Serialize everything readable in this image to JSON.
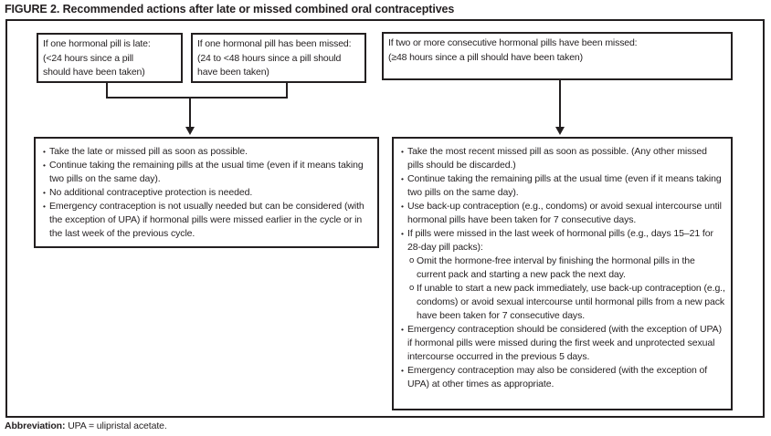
{
  "colors": {
    "background": "#ffffff",
    "line": "#231f20",
    "text": "#231f20"
  },
  "figure": {
    "title": "FIGURE 2. Recommended actions after late or missed combined oral contraceptives",
    "markers": {
      "bullet": "•",
      "sub_bullet": "o"
    },
    "condition_boxes": [
      {
        "lines": [
          "If one hormonal pill is late:",
          "(<24 hours since a pill",
          "should have been taken)"
        ]
      },
      {
        "lines": [
          "If one hormonal pill has been missed:",
          "(24 to <48 hours since a pill should",
          "have been taken)"
        ]
      },
      {
        "lines": [
          "If two or more consecutive hormonal pills have been missed:",
          "(≥48 hours since a pill should have been taken)"
        ]
      }
    ],
    "left_action_box": {
      "bullets": [
        "Take the late or missed pill as soon as possible.",
        "Continue taking the remaining pills at the usual time (even if it means taking two pills on the same day).",
        "No additional contraceptive protection is needed.",
        "Emergency contraception is not usually needed but can be considered (with the exception of UPA) if hormonal pills were missed earlier in the cycle or in the last week of the previous cycle."
      ]
    },
    "right_action_box": {
      "bullets": [
        "Take the most recent missed pill as soon as possible. (Any other missed pills should be discarded.)",
        "Continue taking the remaining pills at the usual time (even if it means taking two pills on the same day).",
        "Use back-up contraception (e.g., condoms) or avoid sexual intercourse until hormonal pills have been taken for 7 consecutive days.",
        "If pills were missed in the last week of hormonal pills (e.g., days 15–21 for 28-day pill packs):",
        "Emergency contraception should be considered (with the exception of UPA) if hormonal pills were missed during the first week and unprotected sexual intercourse occurred in the previous 5 days.",
        "Emergency contraception may also be considered (with the exception of UPA) at other times as appropriate."
      ],
      "sub_bullets": [
        "Omit the hormone-free interval by finishing the hormonal pills in the current pack and starting a new pack the next day.",
        "If unable to start a new pack immediately, use back-up contraception (e.g., condoms) or avoid sexual intercourse until hormonal pills from a new pack have been taken for 7 consecutive days."
      ]
    },
    "footnote": {
      "label": "Abbreviation:",
      "text": "UPA = ulipristal acetate."
    }
  }
}
